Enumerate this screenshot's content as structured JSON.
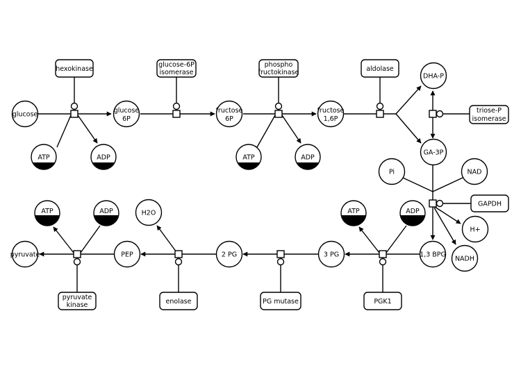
{
  "metabolites": {
    "glucose": [
      "glucose"
    ],
    "glucose_6p": [
      "glucose",
      "6P"
    ],
    "fructose_6p": [
      "fructose",
      "6P"
    ],
    "fructose_16p": [
      "fructose",
      "1,6P"
    ],
    "dhap": [
      "DHA-P"
    ],
    "ga3p": [
      "GA-3P"
    ],
    "pi": [
      "Pi"
    ],
    "nad": [
      "NAD"
    ],
    "h_plus": [
      "H+"
    ],
    "nadh": [
      "NADH"
    ],
    "bpg_13": [
      "1,3 BPG"
    ],
    "pg_3": [
      "3 PG"
    ],
    "pg_2": [
      "2 PG"
    ],
    "pep": [
      "PEP"
    ],
    "h2o": [
      "H2O"
    ],
    "pyruvate": [
      "pyruvate"
    ]
  },
  "cofactors": {
    "atp_1": [
      "ATP"
    ],
    "adp_1": [
      "ADP"
    ],
    "atp_2": [
      "ATP"
    ],
    "adp_2": [
      "ADP"
    ],
    "atp_3": [
      "ATP"
    ],
    "adp_3": [
      "ADP"
    ],
    "atp_4": [
      "ATP"
    ],
    "adp_4": [
      "ADP"
    ]
  },
  "enzymes": {
    "hexokinase": [
      "hexokinase"
    ],
    "glucose_6p_isomerase": [
      "glucose-6P",
      "isomerase"
    ],
    "phosphofructokinase": [
      "phospho",
      "fructokinase"
    ],
    "aldolase": [
      "aldolase"
    ],
    "triose_p_isomerase": [
      "triose-P",
      "isomerase"
    ],
    "gapdh": [
      "GAPDH"
    ],
    "pgk1": [
      "PGK1"
    ],
    "pg_mutase": [
      "PG mutase"
    ],
    "enolase": [
      "enolase"
    ],
    "pyruvate_kinase": [
      "pyruvate",
      "kinase"
    ]
  }
}
